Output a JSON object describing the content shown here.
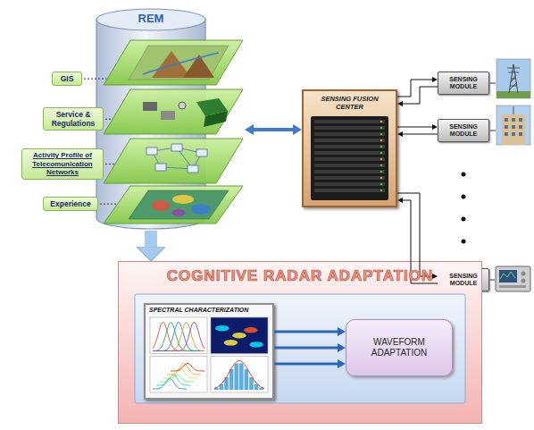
{
  "diagram": {
    "nodes": [
      {
        "text": [
          "REM"
        ]
      },
      {
        "text": [
          "GIS"
        ],
        "in": 0
      },
      {
        "text": [
          "Service & Regulations"
        ],
        "in": 0
      },
      {
        "text": [
          "Activity Profile of Telecomunication Networks"
        ],
        "in": 0
      },
      {
        "text": [
          "Experience"
        ],
        "in": 0
      },
      {
        "text": [
          "SENSING FUSION CENTER"
        ]
      },
      {
        "text": [
          "SENSING MODULE"
        ]
      },
      {
        "text": [
          "SENSING MODULE"
        ]
      },
      {
        "text": [
          "SENSING MODULE"
        ]
      },
      {
        "text": [
          "COGNITIVE RADAR ADAPTATION"
        ]
      },
      {
        "text": [
          "SPECTRAL CHARACTERIZATION"
        ],
        "in": 9
      },
      {
        "text": [
          "WAVEFORM ADAPTATION"
        ],
        "in": 9
      }
    ],
    "edges": [
      {
        "from": 0,
        "to": 5,
        "arrow": "both"
      },
      {
        "from": 5,
        "to": 6,
        "arrow": "to"
      },
      {
        "from": 6,
        "to": 5,
        "arrow": "to"
      },
      {
        "from": 5,
        "to": 7,
        "arrow": "to"
      },
      {
        "from": 7,
        "to": 5,
        "arrow": "to"
      },
      {
        "from": 5,
        "to": 8,
        "arrow": "to"
      },
      {
        "from": 8,
        "to": 5,
        "arrow": "to"
      },
      {
        "from": 0,
        "to": 9,
        "arrow": "to"
      },
      {
        "from": 10,
        "to": 11,
        "arrow": "to"
      },
      {
        "from": 10,
        "to": 11,
        "arrow": "to"
      },
      {
        "from": 10,
        "to": 11,
        "arrow": "to"
      }
    ]
  }
}
